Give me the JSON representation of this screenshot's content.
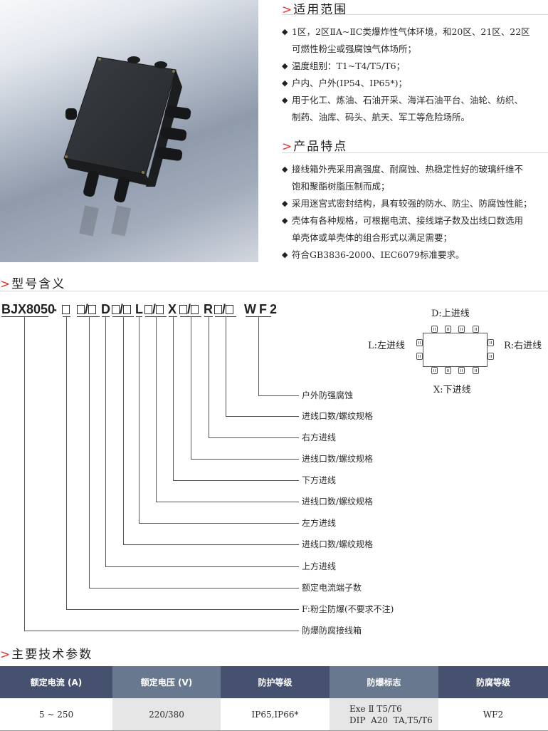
{
  "product_image": {
    "alt": "Black explosion-proof corrosion-proof junction box with cable glands"
  },
  "application": {
    "title": "适用范围",
    "items": [
      {
        "lines": [
          "1区，2区ⅡA~ⅡC类爆炸性气体环境，和20区、21区、22区",
          "可燃性粉尘或强腐蚀气体场所；"
        ]
      },
      {
        "lines": [
          "温度组别：T1~T4/T5/T6；"
        ]
      },
      {
        "lines": [
          "户内、户外(IP54、IP65*)；"
        ]
      },
      {
        "lines": [
          "用于化工、炼油、石油开采、海洋石油平台、油轮、纺织、",
          "制药、油库、码头、航天、军工等危险场所。"
        ]
      }
    ]
  },
  "features": {
    "title": "产品特点",
    "items": [
      {
        "lines": [
          "接线箱外壳采用高强度、耐腐蚀、热稳定性好的玻璃纤维不",
          "饱和聚酯树脂压制而成；"
        ]
      },
      {
        "lines": [
          "采用迷宫式密封结构，具有较强的防水、防尘、防腐蚀性能；"
        ]
      },
      {
        "lines": [
          "壳体有各种规格，可根据电流、接线端子数及出线口数选用",
          "单壳体或单壳体的组合形式以满足需要；"
        ]
      },
      {
        "lines": [
          "符合GB3836-2000、IEC6079标准要求。"
        ]
      }
    ]
  },
  "model": {
    "title": "型号含义",
    "code_segments": [
      "BJX8050",
      "-",
      "□",
      "□/□",
      "D",
      "□/□",
      "L",
      "□/□",
      "X",
      "□/□",
      "R",
      "□/□",
      "WF2"
    ],
    "legend": [
      "户外防强腐蚀",
      "进线口数/螺纹规格",
      "右方进线",
      "进线口数/螺纹规格",
      "下方进线",
      "进线口数/螺纹规格",
      "左方进线",
      "进线口数/螺纹规格",
      "上方进线",
      "额定电流端子数",
      "F:粉尘防爆(不要求不注)",
      "防爆防腐接线箱"
    ],
    "diagram": {
      "top": "D:上进线",
      "left": "L:左进线",
      "right": "R:右进线",
      "bottom": "X:下进线"
    }
  },
  "specs": {
    "title": "主要技术参数",
    "headers": [
      "额定电流 (A)",
      "额定电压 (V)",
      "防护等级",
      "防爆标志",
      "防腐等级"
    ],
    "row": {
      "current": "5 ~ 250",
      "voltage": "220/380",
      "protection": "IP65,IP66*",
      "explosion_mark_line1": "Exe Ⅱ T5/T6",
      "explosion_mark_line2": "DIP  A20  TA,T5/T6",
      "anticorrosion": "WF2"
    }
  },
  "colors": {
    "accent_chevron": "#e0342b",
    "table_header_dark": "#46506f",
    "table_header_light": "#68788f",
    "table_cell_shade": "#e6e6e6"
  }
}
